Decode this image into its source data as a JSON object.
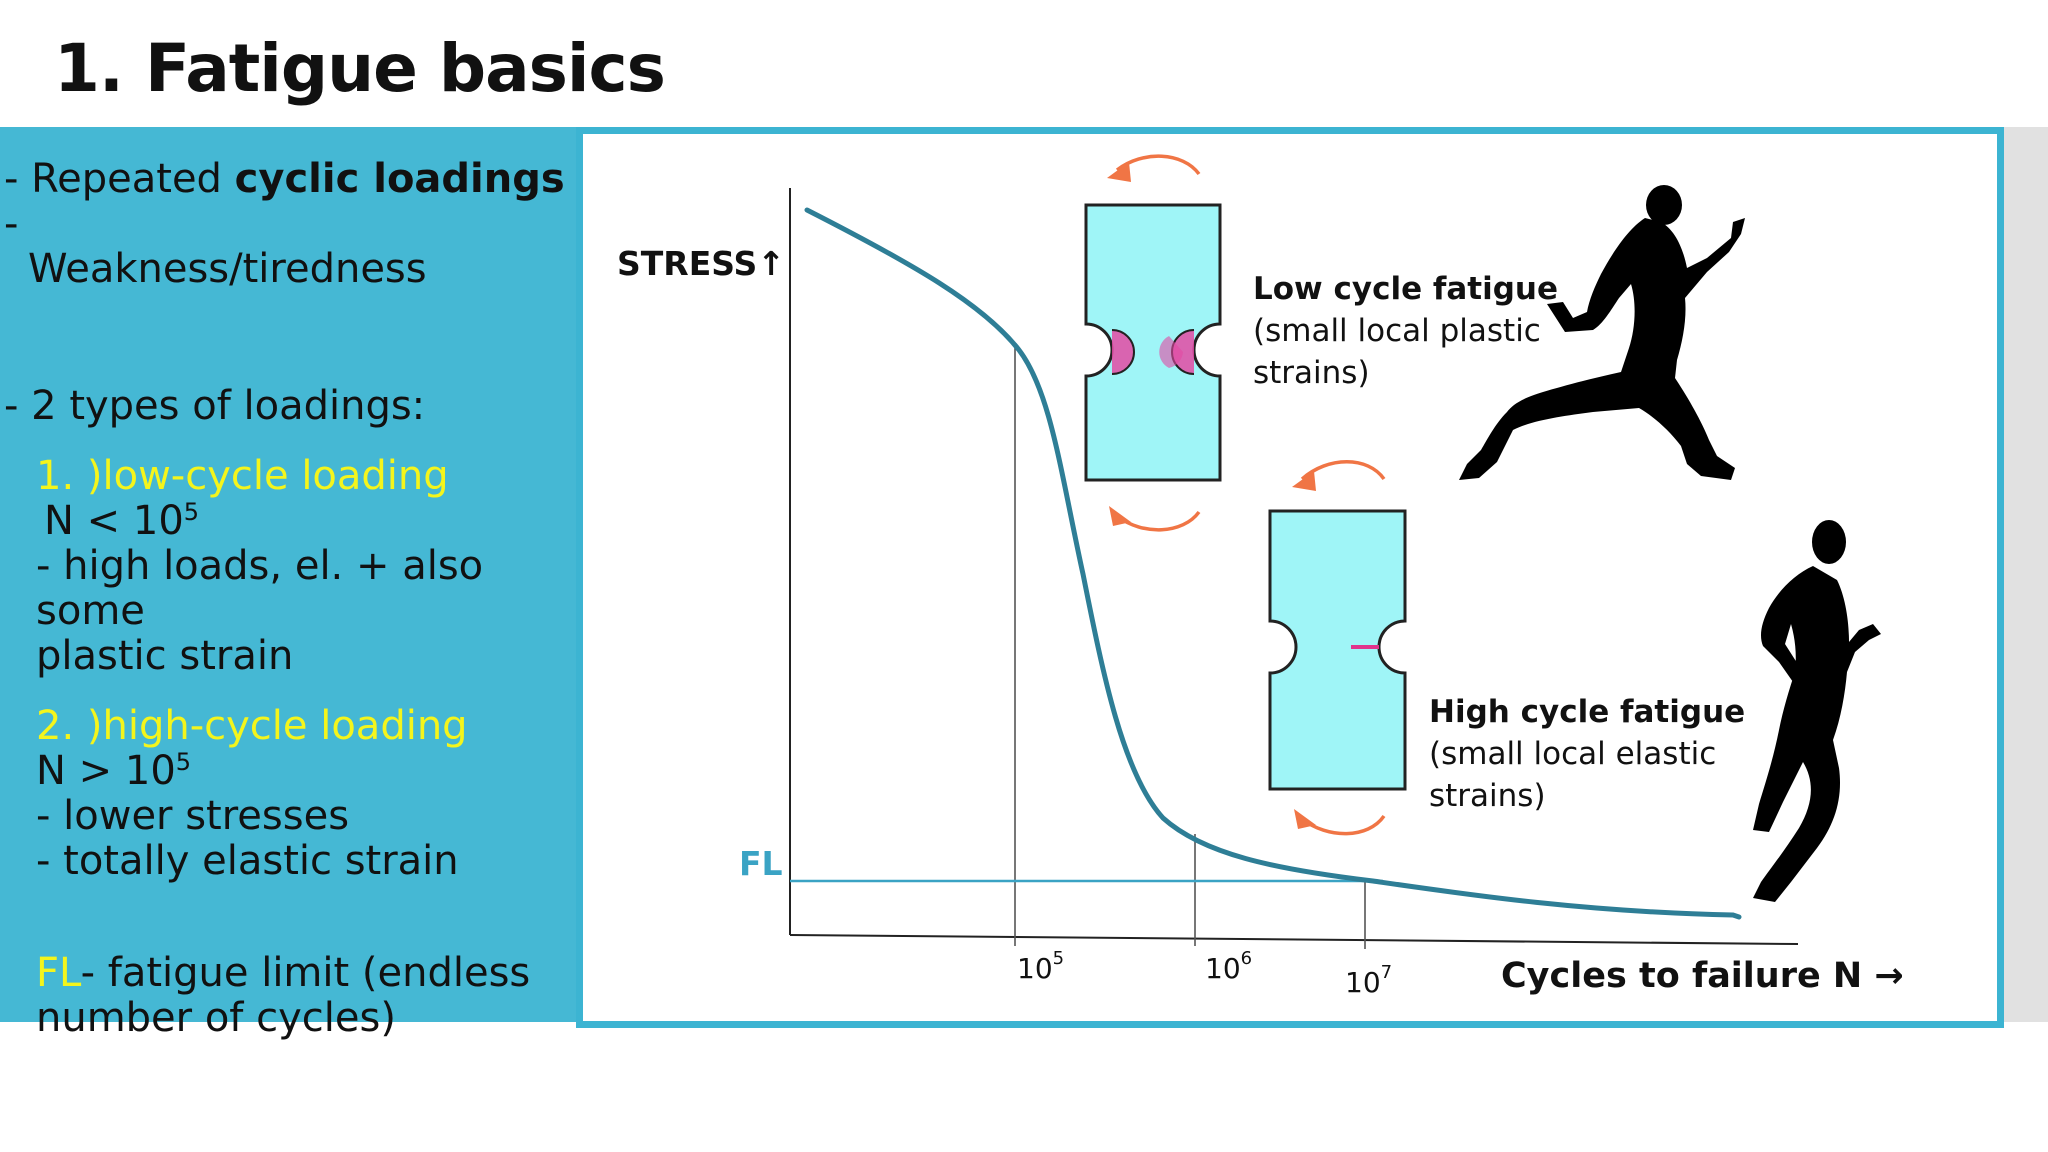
{
  "slide": {
    "title": "1. Fatigue basics"
  },
  "left": {
    "line1_pre": "- Repeated ",
    "line1_bold": "cyclic loadings",
    "line1_post": " -",
    "line2": "Weakness/tiredness",
    "types_heading": "- 2 types of loadings:",
    "low_title": "1. )low-cycle loading",
    "low_n_pre": "N < 10",
    "low_n_exp": "5",
    "low_desc1": "- high loads, el. + also some",
    "low_desc2": "plastic strain",
    "high_title": "2. )high-cycle loading",
    "high_n_pre": "N > 10",
    "high_n_exp": "5",
    "high_desc1": "- lower stresses",
    "high_desc2": "- totally elastic strain",
    "fl_abbrev": "FL",
    "fl_desc1": "- fatigue limit (endless",
    "fl_desc2": "number of cycles)"
  },
  "diagram": {
    "y_axis_label": "STRESS↑",
    "fl_label": "FL",
    "ticks": [
      {
        "base": "10",
        "exp": "5"
      },
      {
        "base": "10",
        "exp": "6"
      },
      {
        "base": "10",
        "exp": "7"
      }
    ],
    "x_axis_label": "Cycles to failure N →",
    "low_cycle": {
      "title": "Low cycle fatigue",
      "desc1": "(small local plastic",
      "desc2": "strains)"
    },
    "high_cycle": {
      "title": "High cycle fatigue",
      "desc1": "(small local elastic",
      "desc2": "strains)"
    },
    "colors": {
      "curve": "#2e7e96",
      "fl_line": "#3aa3c4",
      "specimen_fill": "#9ff5f7",
      "arrow": "#f07545",
      "crack": "#e0348c",
      "accent_yellow": "#f4f51c",
      "panel_blue": "#45b8d4"
    },
    "icons": [
      "sprinter-silhouette",
      "runner-silhouette"
    ]
  }
}
